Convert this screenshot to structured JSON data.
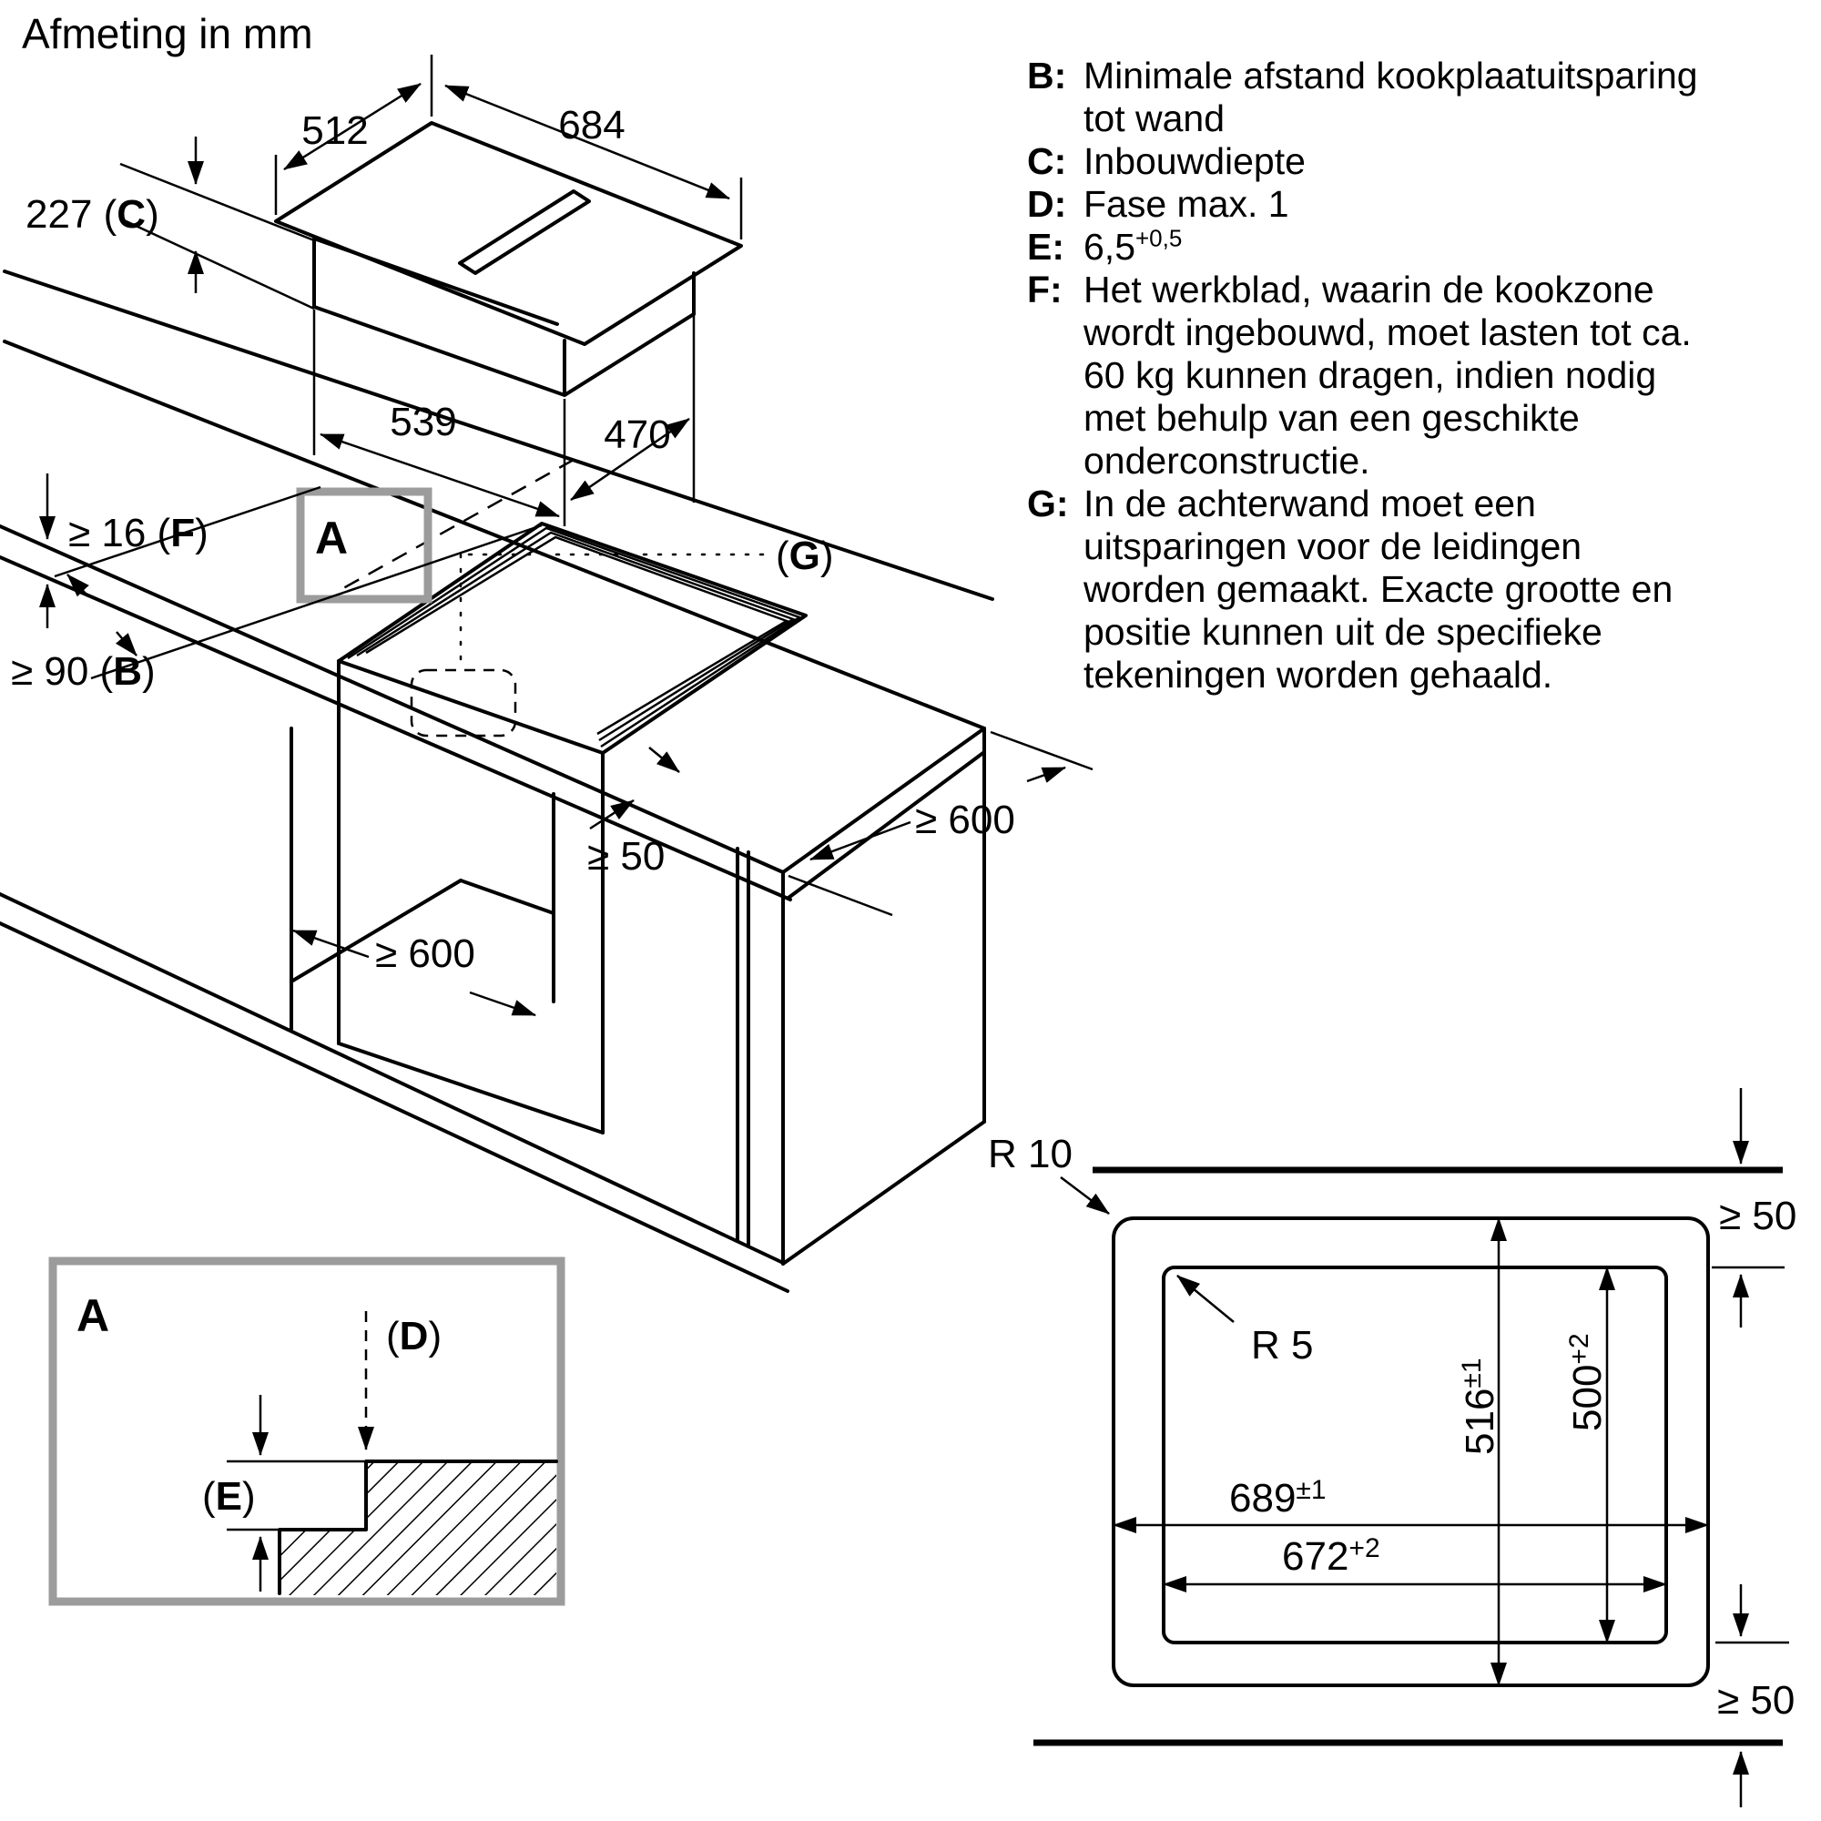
{
  "title": "Afmeting in mm",
  "hob_view": {
    "width_top": "684",
    "depth_top": "512",
    "height_label": {
      "pre": "227 (",
      "letter": "C",
      "post": ")"
    },
    "bottom_width": "539",
    "bottom_depth": "470"
  },
  "install_view": {
    "worktop_thickness": {
      "pre": "≥ 16 (",
      "letter": "F",
      "post": ")"
    },
    "wall_distance": {
      "pre": "≥ 90 (",
      "letter": "B",
      "post": ")"
    },
    "front_distance": "≥ 50",
    "depth_min": "≥ 600",
    "width_min": "≥ 600",
    "g_label": {
      "pre": "(",
      "letter": "G",
      "post": ")"
    },
    "detail_marker": "A"
  },
  "legend": {
    "rows": [
      {
        "letter": "B:",
        "text": "Minimale afstand kookplaatuitsparing"
      },
      {
        "letter": "",
        "text": "tot wand"
      },
      {
        "letter": "C:",
        "text": "Inbouwdiepte"
      },
      {
        "letter": "D:",
        "text": "Fase max. 1"
      },
      {
        "letter": "E:",
        "text": "6,5",
        "sup": "+0,5"
      },
      {
        "letter": "F:",
        "text": "Het werkblad, waarin de kookzone"
      },
      {
        "letter": "",
        "text": "wordt ingebouwd, moet lasten tot ca."
      },
      {
        "letter": "",
        "text": "60 kg kunnen dragen, indien nodig"
      },
      {
        "letter": "",
        "text": "met behulp van een geschikte"
      },
      {
        "letter": "",
        "text": "onderconstructie."
      },
      {
        "letter": "G:",
        "text": "In de achterwand moet een"
      },
      {
        "letter": "",
        "text": "uitsparingen voor de leidingen"
      },
      {
        "letter": "",
        "text": "worden gemaakt. Exacte grootte en"
      },
      {
        "letter": "",
        "text": "positie kunnen uit de specifieke"
      },
      {
        "letter": "",
        "text": "tekeningen worden gehaald."
      }
    ]
  },
  "detail_a": {
    "marker": "A",
    "d_label": {
      "pre": "(",
      "letter": "D",
      "post": ")"
    },
    "e_label": {
      "pre": "(",
      "letter": "E",
      "post": ")"
    }
  },
  "cutout_view": {
    "radius_outer": "R 10",
    "radius_inner": "R 5",
    "top_clearance": "≥ 50",
    "bottom_clearance": "≥ 50",
    "outer_width": {
      "value": "689",
      "sup": "±1"
    },
    "inner_width": {
      "value": "672",
      "sup": "+2"
    },
    "outer_height": {
      "value": "516",
      "sup": "±1"
    },
    "inner_height": {
      "value": "500",
      "sup": "+2"
    }
  }
}
